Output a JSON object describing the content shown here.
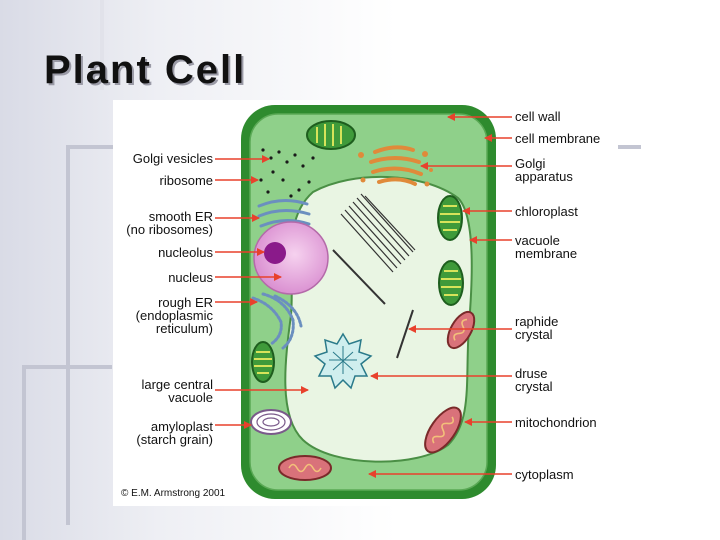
{
  "slide": {
    "title": "Plant Cell"
  },
  "diagram": {
    "labels_left": [
      "Golgi vesicles",
      "ribosome",
      "smooth ER\n(no ribosomes)",
      "nucleolus",
      "nucleus",
      "rough ER\n(endoplasmic\nreticulum)",
      "large central\nvacuole",
      "amyloplast\n(starch grain)"
    ],
    "labels_right": [
      "cell wall",
      "cell membrane",
      "Golgi\napparatus",
      "chloroplast",
      "vacuole\nmembrane",
      "raphide\ncrystal",
      "druse\ncrystal",
      "mitochondrion",
      "cytoplasm"
    ],
    "copyright": "© E.M. Armstrong 2001",
    "colors": {
      "cell_wall": "#2e8b2e",
      "cytoplasm": "#8fd08a",
      "vacuole": "#e9f5e3",
      "arrow": "#e8412c",
      "nucleus": "#e6a8dc",
      "nucleolus": "#8a1a8a"
    }
  }
}
